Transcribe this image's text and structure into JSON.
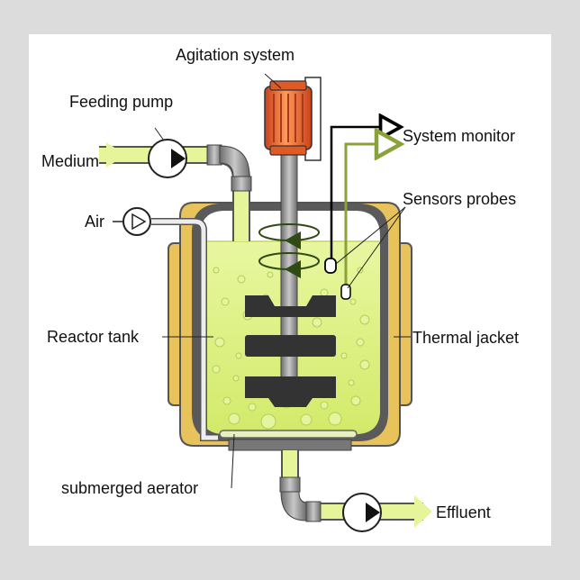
{
  "labels": {
    "agitation_system": "Agitation system",
    "feeding_pump": "Feeding pump",
    "medium": "Medium",
    "air": "Air",
    "system_monitor": "System monitor",
    "sensors_probes": "Sensors probes",
    "reactor_tank": "Reactor tank",
    "thermal_jacket": "Thermal jacket",
    "submerged_aerator": "submerged aerator",
    "effluent": "Effluent"
  },
  "colors": {
    "liquid": "#dff28a",
    "pipe_fill": "#e6f59a",
    "jacket": "#e8c25a",
    "motor": "#f06a2a",
    "impeller": "#333333",
    "tank_wall": "#5a5a5a",
    "sensor_line_green": "#8aa23a"
  },
  "icons": [
    "pump-icon",
    "motor-icon",
    "impeller-icon",
    "arrow-icon"
  ]
}
